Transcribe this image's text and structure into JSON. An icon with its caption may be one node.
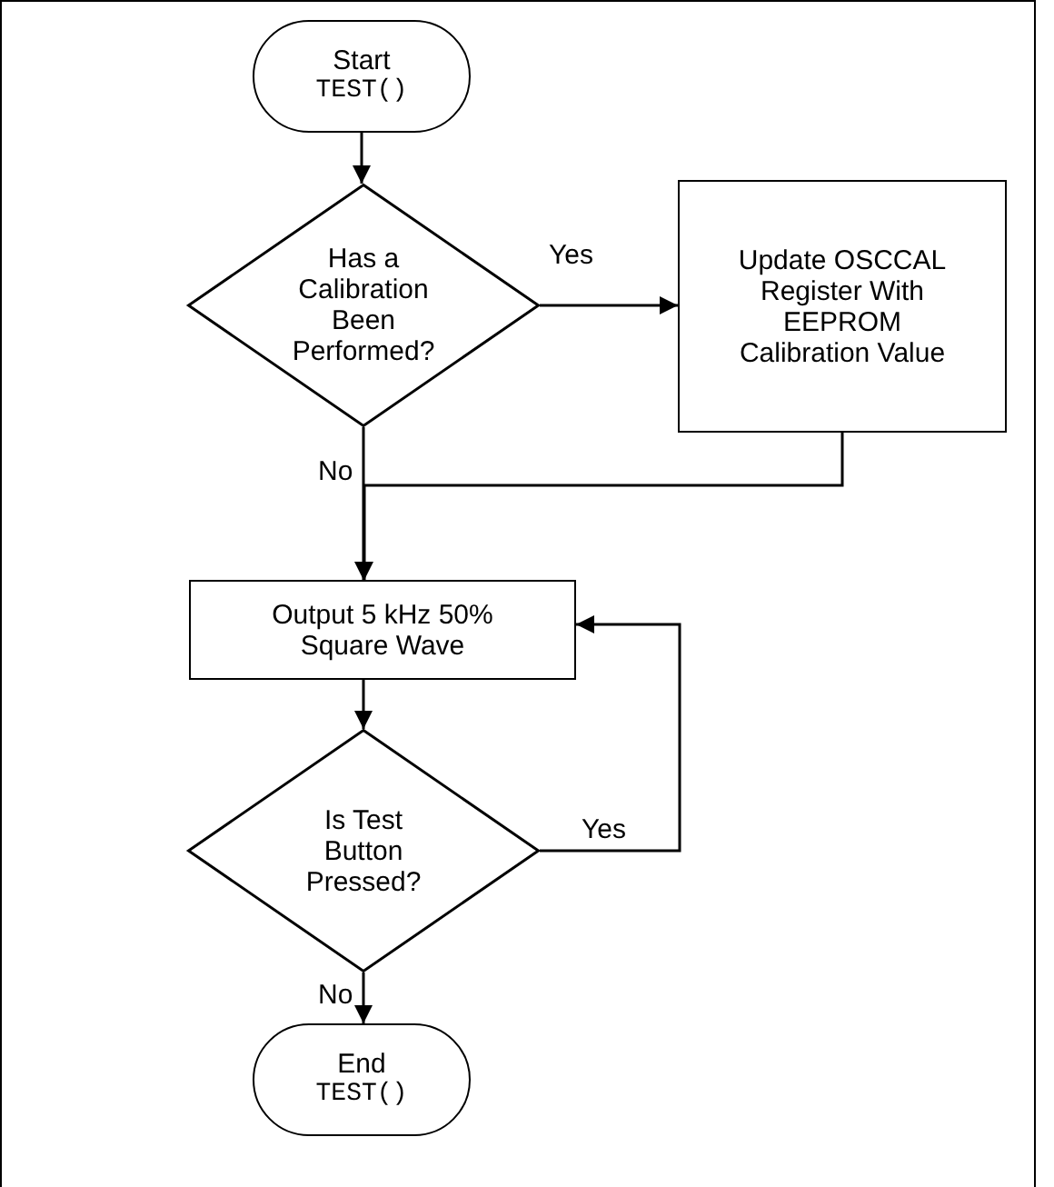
{
  "diagram": {
    "nodes": [
      {
        "text": [
          "Start",
          "TEST()"
        ]
      },
      {
        "text": [
          "Has a Calibration Been Performed?"
        ]
      },
      {
        "text": [
          "Update OSCCAL Register With EEPROM Calibration Value"
        ]
      },
      {
        "text": [
          "Output 5 kHz 50% Square Wave"
        ]
      },
      {
        "text": [
          "Is Test Button Pressed?"
        ]
      },
      {
        "text": [
          "End",
          "TEST()"
        ]
      }
    ],
    "edges": [
      {
        "from": 0,
        "to": 1,
        "arrow": "to"
      },
      {
        "from": 1,
        "to": 2,
        "arrow": "to",
        "label": "Yes"
      },
      {
        "from": 1,
        "to": 3,
        "arrow": "to",
        "label": "No"
      },
      {
        "from": 2,
        "to": 3,
        "arrow": "to"
      },
      {
        "from": 3,
        "to": 4,
        "arrow": "to"
      },
      {
        "from": 4,
        "to": 3,
        "arrow": "to",
        "label": "Yes"
      },
      {
        "from": 4,
        "to": 5,
        "arrow": "to",
        "label": "No"
      }
    ]
  }
}
